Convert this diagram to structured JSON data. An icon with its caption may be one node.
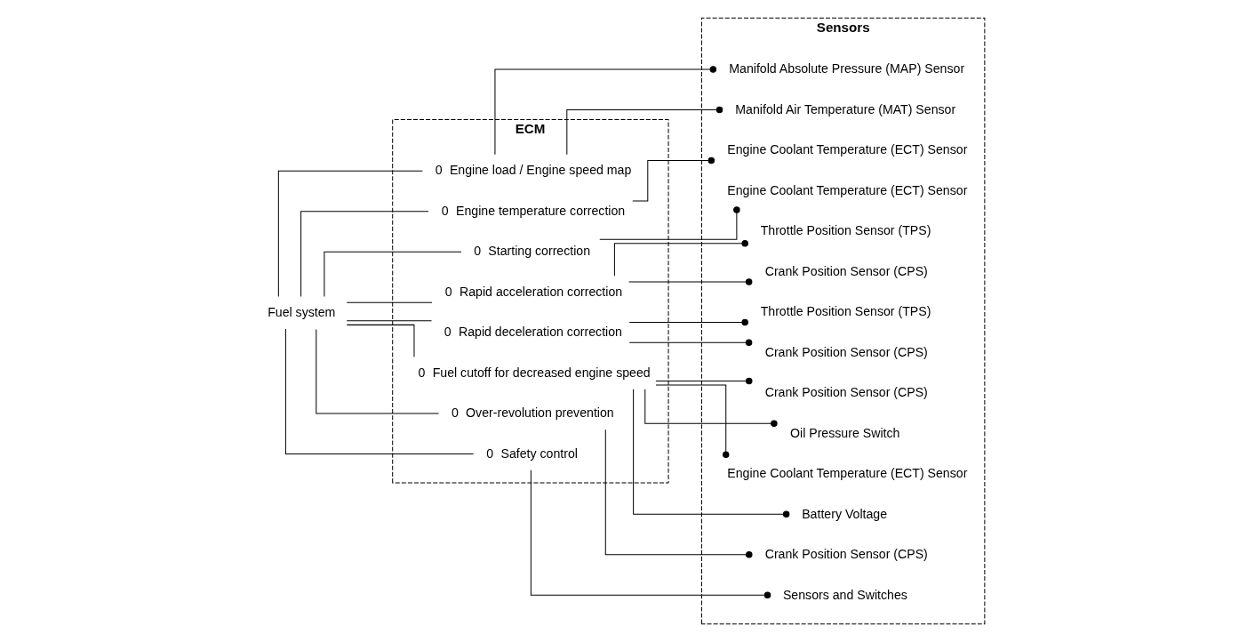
{
  "diagram": {
    "nodes": [
      {
        "text": [
          "Fuel system"
        ]
      },
      {
        "text": [
          "ECM"
        ]
      },
      {
        "text": [
          "Engine load / Engine speed map"
        ],
        "beside": [
          "0"
        ],
        "in": 1
      },
      {
        "text": [
          "Engine temperature correction"
        ],
        "beside": [
          "0"
        ],
        "in": 1
      },
      {
        "text": [
          "Starting correction"
        ],
        "beside": [
          "0"
        ],
        "in": 1
      },
      {
        "text": [
          "Rapid acceleration correction"
        ],
        "beside": [
          "0"
        ],
        "in": 1
      },
      {
        "text": [
          "Rapid deceleration correction"
        ],
        "beside": [
          "0"
        ],
        "in": 1
      },
      {
        "text": [
          "Fuel cutoff for decreased engine speed"
        ],
        "beside": [
          "0"
        ],
        "in": 1
      },
      {
        "text": [
          "Over-revolution prevention"
        ],
        "beside": [
          "0"
        ],
        "in": 1
      },
      {
        "text": [
          "Safety control"
        ],
        "beside": [
          "0"
        ],
        "in": 1
      },
      {
        "text": [
          "Sensors"
        ]
      },
      {
        "text": [
          "Manifold Absolute Pressure (MAP) Sensor"
        ],
        "in": 10
      },
      {
        "text": [
          "Manifold Air Temperature (MAT) Sensor"
        ],
        "in": 10
      },
      {
        "text": [
          "Engine Coolant Temperature (ECT) Sensor"
        ],
        "in": 10
      },
      {
        "text": [
          "Engine Coolant Temperature (ECT) Sensor"
        ],
        "in": 10
      },
      {
        "text": [
          "Throttle Position Sensor (TPS)"
        ],
        "in": 10
      },
      {
        "text": [
          "Crank Position Sensor (CPS)"
        ],
        "in": 10
      },
      {
        "text": [
          "Throttle Position Sensor (TPS)"
        ],
        "in": 10
      },
      {
        "text": [
          "Crank Position Sensor (CPS)"
        ],
        "in": 10
      },
      {
        "text": [
          "Crank Position Sensor (CPS)"
        ],
        "in": 10
      },
      {
        "text": [
          "Oil Pressure Switch"
        ],
        "in": 10
      },
      {
        "text": [
          "Engine Coolant Temperature (ECT) Sensor"
        ],
        "in": 10
      },
      {
        "text": [
          "Battery Voltage"
        ],
        "in": 10
      },
      {
        "text": [
          "Crank Position Sensor (CPS)"
        ],
        "in": 10
      },
      {
        "text": [
          "Sensors and Switches"
        ],
        "in": 10
      }
    ],
    "edges": [
      {
        "from": 0,
        "to": 2,
        "arrow": "none"
      },
      {
        "from": 0,
        "to": 3,
        "arrow": "none"
      },
      {
        "from": 0,
        "to": 4,
        "arrow": "none"
      },
      {
        "from": 0,
        "to": 5,
        "arrow": "none"
      },
      {
        "from": 0,
        "to": 6,
        "arrow": "none"
      },
      {
        "from": 0,
        "to": 7,
        "arrow": "none"
      },
      {
        "from": 0,
        "to": 8,
        "arrow": "none"
      },
      {
        "from": 0,
        "to": 9,
        "arrow": "none"
      },
      {
        "from": 2,
        "to": 11,
        "arrow": "other"
      },
      {
        "from": 2,
        "to": 12,
        "arrow": "other"
      },
      {
        "from": 3,
        "to": 13,
        "arrow": "other"
      },
      {
        "from": 4,
        "to": 14,
        "arrow": "other"
      },
      {
        "from": 5,
        "to": 15,
        "arrow": "other"
      },
      {
        "from": 5,
        "to": 16,
        "arrow": "other"
      },
      {
        "from": 6,
        "to": 17,
        "arrow": "other"
      },
      {
        "from": 6,
        "to": 18,
        "arrow": "other"
      },
      {
        "from": 7,
        "to": 19,
        "arrow": "other"
      },
      {
        "from": 7,
        "to": 20,
        "arrow": "other"
      },
      {
        "from": 7,
        "to": 21,
        "arrow": "other"
      },
      {
        "from": 7,
        "to": 22,
        "arrow": "other"
      },
      {
        "from": 8,
        "to": 23,
        "arrow": "other"
      },
      {
        "from": 9,
        "to": 24,
        "arrow": "other"
      }
    ]
  }
}
